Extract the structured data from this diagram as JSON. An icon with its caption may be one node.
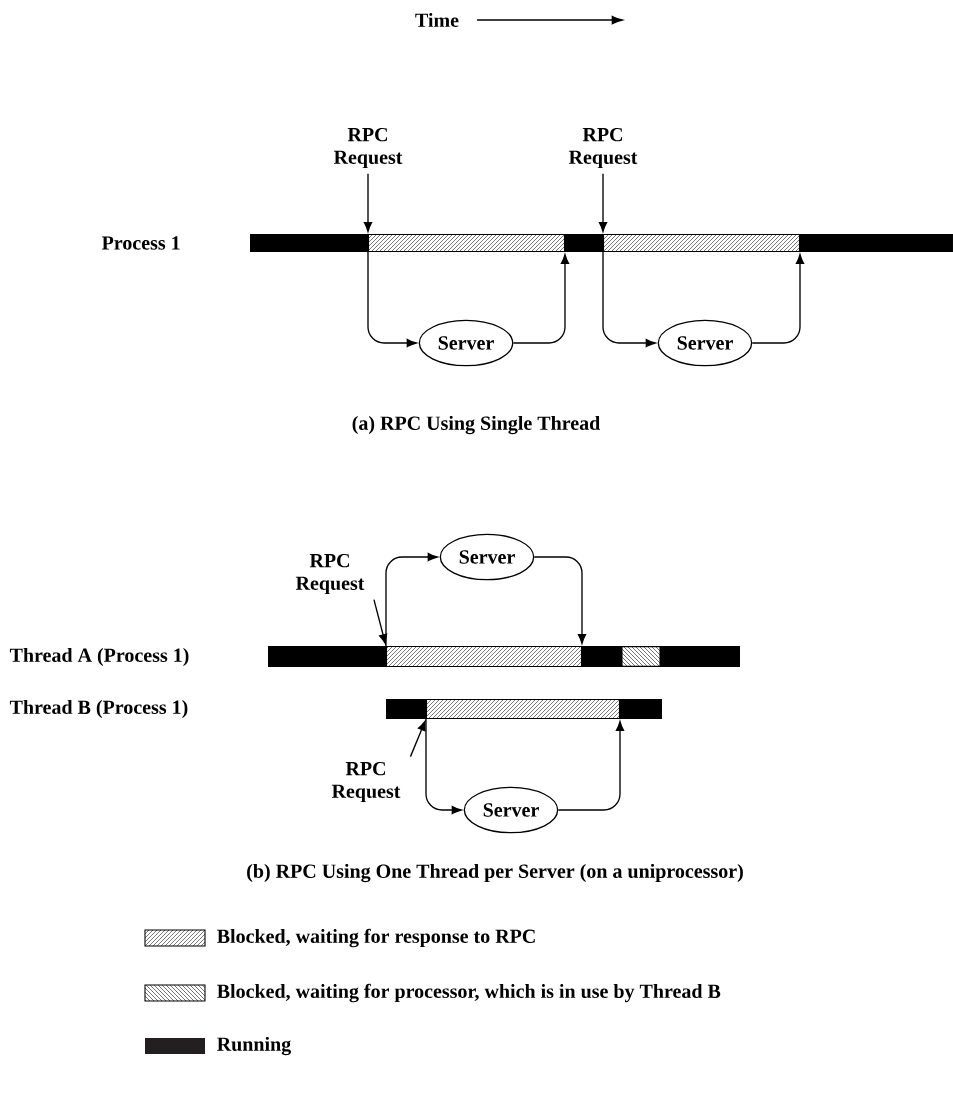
{
  "diagram": {
    "nodes": [
      {
        "text": [],
        "shape": "bar"
      },
      {
        "text": [],
        "shape": "bar",
        "in": 0
      },
      {
        "text": [],
        "shape": "bar",
        "in": 0
      },
      {
        "text": [
          "RPC Request"
        ]
      },
      {
        "text": [
          "RPC Request"
        ]
      },
      {
        "text": [
          "Server"
        ]
      },
      {
        "text": [
          "Server"
        ]
      },
      {
        "text": [],
        "shape": "bar"
      },
      {
        "text": [],
        "shape": "bar",
        "in": 7
      },
      {
        "text": [],
        "shape": "bar"
      },
      {
        "text": [],
        "shape": "bar",
        "in": 9
      },
      {
        "text": [
          "RPC Request"
        ]
      },
      {
        "text": [
          "RPC Request"
        ]
      },
      {
        "text": [
          "Server"
        ]
      },
      {
        "text": [
          "Server"
        ]
      }
    ],
    "edges": [
      {
        "from": 3,
        "to": 1,
        "arrow": "to"
      },
      {
        "from": 1,
        "to": 5,
        "arrow": "to"
      },
      {
        "from": 5,
        "to": 1,
        "arrow": "to"
      },
      {
        "from": 4,
        "to": 2,
        "arrow": "to"
      },
      {
        "from": 2,
        "to": 6,
        "arrow": "to"
      },
      {
        "from": 6,
        "to": 2,
        "arrow": "to"
      },
      {
        "from": 11,
        "to": 8,
        "arrow": "to"
      },
      {
        "from": 8,
        "to": 13,
        "arrow": "to"
      },
      {
        "from": 13,
        "to": 8,
        "arrow": "to"
      },
      {
        "from": 12,
        "to": 10,
        "arrow": "to"
      },
      {
        "from": 10,
        "to": 14,
        "arrow": "to"
      },
      {
        "from": 14,
        "to": 10,
        "arrow": "to"
      }
    ],
    "labels": [
      "Time",
      "Process 1",
      "(a) RPC Using Single Thread",
      "Thread A (Process 1)",
      "Thread B (Process 1)",
      "(b) RPC Using One Thread per Server (on a uniprocessor)"
    ],
    "legend": [
      {
        "text": "Blocked, waiting for response to RPC"
      },
      {
        "text": "Blocked, waiting for processor, which is in use by Thread B"
      },
      {
        "text": "Running",
        "color": "#231f20"
      }
    ]
  }
}
